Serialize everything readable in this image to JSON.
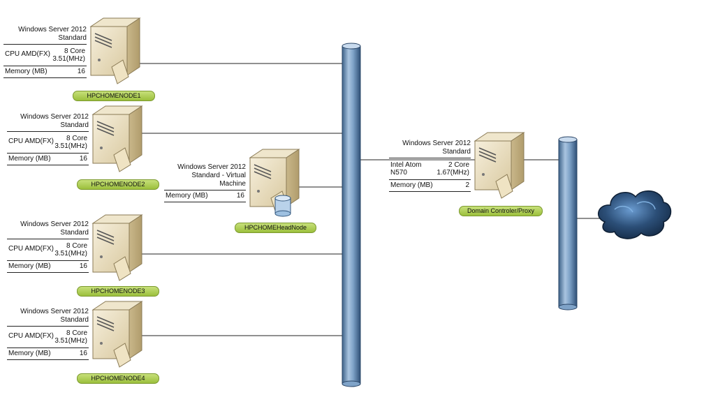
{
  "nodes": [
    {
      "os": [
        "Windows Server 2012",
        "Standard"
      ],
      "cpu_label": "CPU AMD(FX)",
      "cpu_value": [
        "8 Core",
        "3.51(MHz)"
      ],
      "mem_label": "Memory (MB)",
      "mem_value": "16",
      "name": "HPCHOMENODE1"
    },
    {
      "os": [
        "Windows Server 2012",
        "Standard"
      ],
      "cpu_label": "CPU AMD(FX)",
      "cpu_value": [
        "8 Core",
        "3.51(MHz)"
      ],
      "mem_label": "Memory (MB)",
      "mem_value": "16",
      "name": "HPCHOMENODE2"
    },
    {
      "os": [
        "Windows Server 2012",
        "Standard"
      ],
      "cpu_label": "CPU AMD(FX)",
      "cpu_value": [
        "8 Core",
        "3.51(MHz)"
      ],
      "mem_label": "Memory (MB)",
      "mem_value": "16",
      "name": "HPCHOMENODE3"
    },
    {
      "os": [
        "Windows Server 2012",
        "Standard"
      ],
      "cpu_label": "CPU AMD(FX)",
      "cpu_value": [
        "8 Core",
        "3.51(MHz)"
      ],
      "mem_label": "Memory (MB)",
      "mem_value": "16",
      "name": "HPCHOMENODE4"
    }
  ],
  "head_node": {
    "os": [
      "Windows Server 2012",
      "Standard - Virtual",
      "Machine"
    ],
    "mem_label": "Memory (MB)",
    "mem_value": "16",
    "name": "HPCHOMEHeadNode"
  },
  "domain_controller": {
    "os": [
      "Windows Server 2012",
      "Standard"
    ],
    "cpu_label": [
      "Intel Atom",
      "N570"
    ],
    "cpu_value": [
      "2 Core",
      "1.67(MHz)"
    ],
    "mem_label": "Memory (MB)",
    "mem_value": "2",
    "name": "Domain Controler/Proxy"
  },
  "colors": {
    "pipe": "#7fa3c8",
    "pipe_dark": "#3d6288",
    "label_green": "#a9c94a",
    "server_beige": "#e8dcbc",
    "cloud": "#2c4f78"
  },
  "icons": [
    "server-icon",
    "database-icon",
    "cloud-icon"
  ]
}
